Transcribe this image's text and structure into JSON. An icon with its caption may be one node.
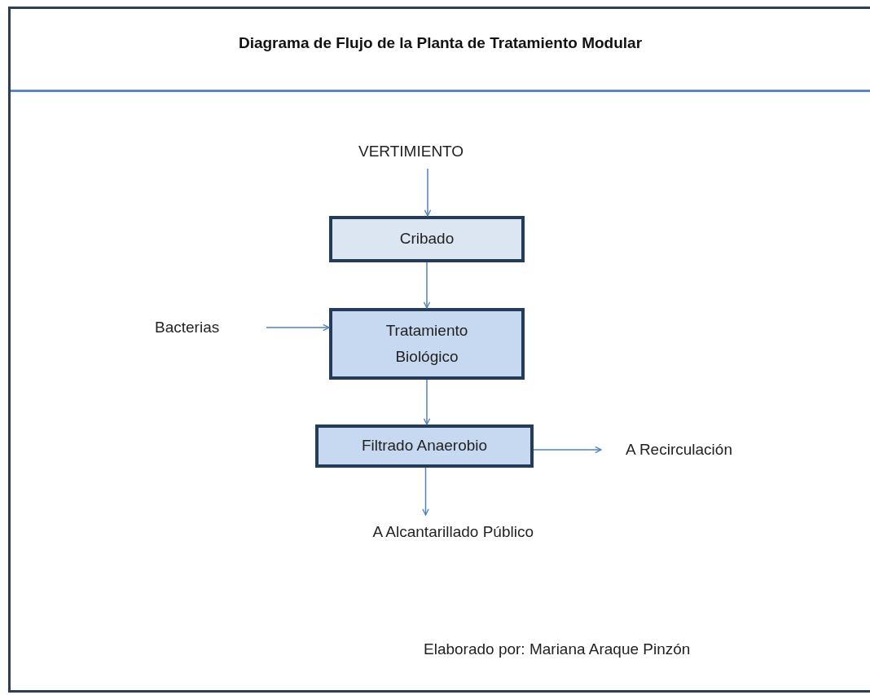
{
  "diagram": {
    "title": "Diagrama de Flujo de la Planta de Tratamiento Modular",
    "nodes": [
      {
        "text": [
          "VERTIMIENTO"
        ]
      },
      {
        "text": [
          "Cribado"
        ]
      },
      {
        "text": [
          "Tratamiento Biológico"
        ]
      },
      {
        "text": [
          "Bacterias"
        ]
      },
      {
        "text": [
          "Filtrado Anaerobio"
        ]
      },
      {
        "text": [
          "A Recirculación"
        ]
      },
      {
        "text": [
          "A Alcantarillado Público"
        ]
      }
    ],
    "edges": [
      {
        "from": 0,
        "to": 1,
        "arrow": "to"
      },
      {
        "from": 1,
        "to": 2,
        "arrow": "to"
      },
      {
        "from": 3,
        "to": 2,
        "arrow": "to"
      },
      {
        "from": 2,
        "to": 4,
        "arrow": "to"
      },
      {
        "from": 4,
        "to": 5,
        "arrow": "to"
      },
      {
        "from": 4,
        "to": 6,
        "arrow": "to"
      }
    ],
    "labels": [
      "Elaborado por: Mariana Araque Pinzón"
    ]
  }
}
